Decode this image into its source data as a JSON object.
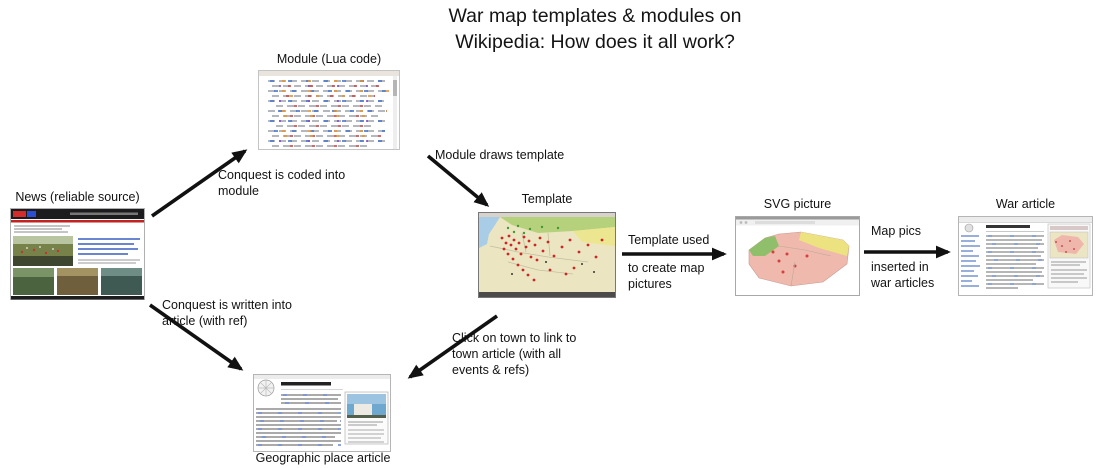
{
  "title": "War map templates & modules on\nWikipedia: How does it all work?",
  "nodes": {
    "news": {
      "label": "News (reliable source)"
    },
    "module": {
      "label": "Module (Lua code)"
    },
    "template": {
      "label": "Template"
    },
    "svg_picture": {
      "label": "SVG picture"
    },
    "war_article": {
      "label": "War article"
    },
    "geo_article": {
      "label": "Geographic place article"
    }
  },
  "edges": {
    "news_to_module": {
      "label": "Conquest is coded into\nmodule"
    },
    "module_to_template": {
      "label": "Module draws template"
    },
    "news_to_geo": {
      "label": "Conquest is written into\narticle (with ref)"
    },
    "template_to_geo": {
      "label": "Click on town to link to\ntown article (with all\nevents & refs)"
    },
    "template_to_svg": {
      "lines": [
        "Template used",
        "to create map\npictures"
      ]
    },
    "svg_to_war": {
      "lines": [
        "Map pics",
        "inserted in\nwar articles"
      ]
    }
  },
  "colors": {
    "arrow": "#111111",
    "map_land": "#ebe5c2",
    "map_green": "#b5d17c",
    "map_pink": "#f0b9ad",
    "map_yellow": "#ece27f",
    "dot_red": "#cf2525"
  }
}
